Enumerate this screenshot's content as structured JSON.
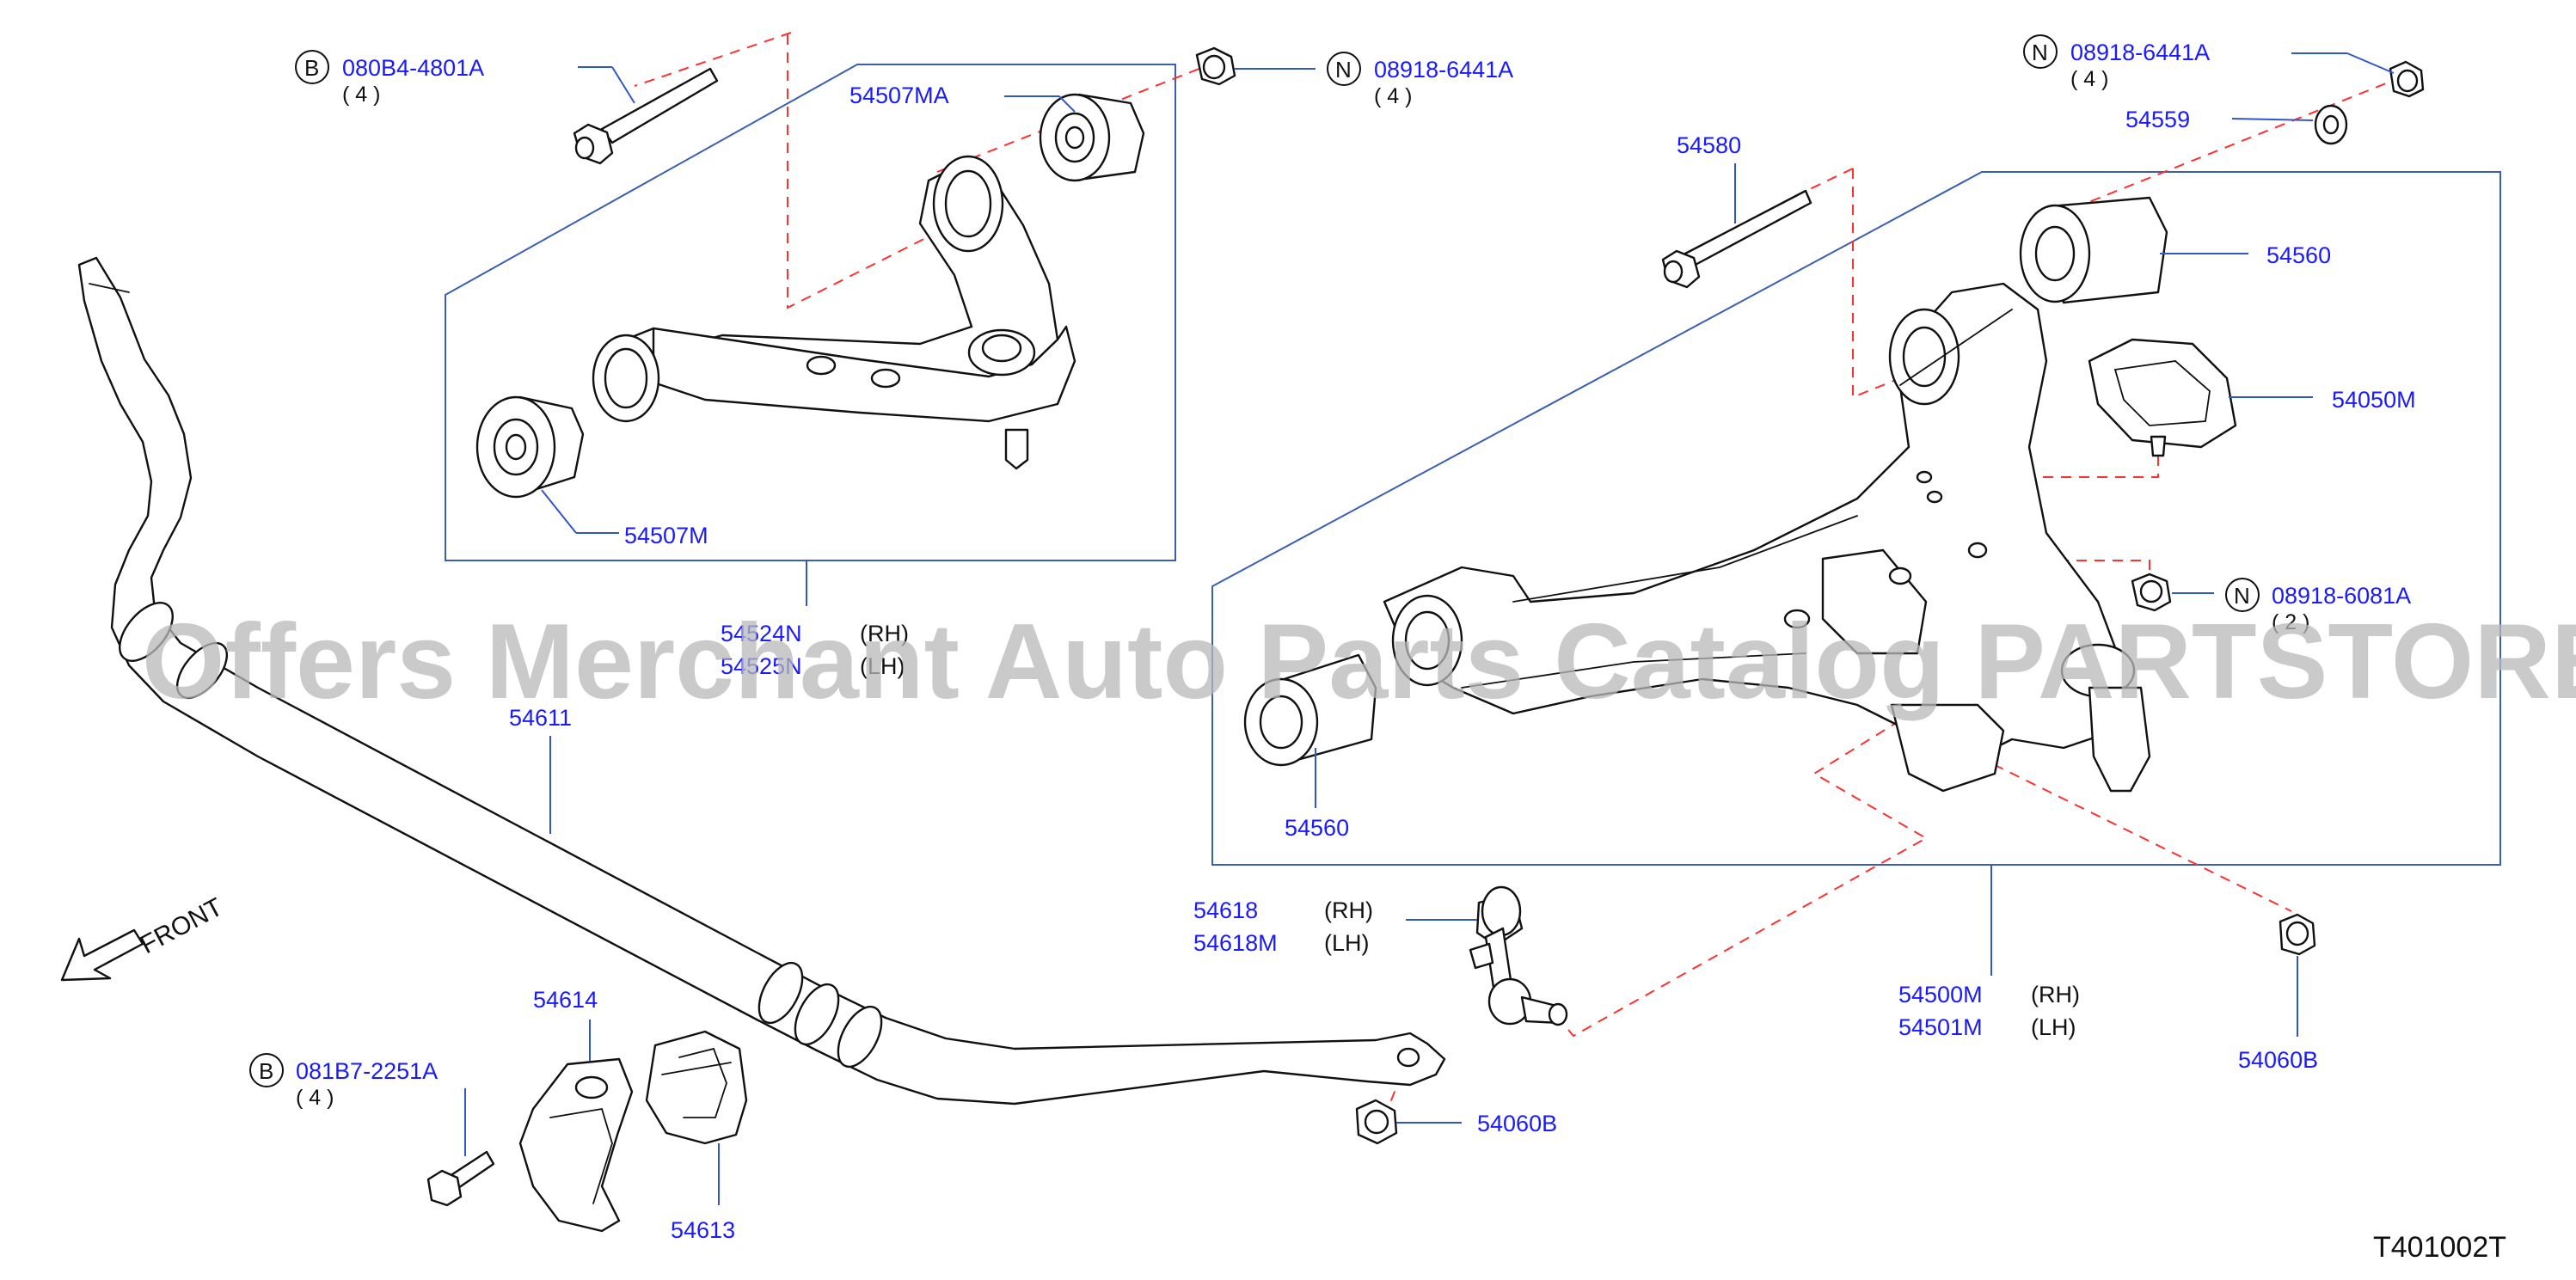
{
  "watermark": "Offers Merchant Auto Parts Catalog PARTSTORE.SA",
  "diagram_code": "T401002T",
  "front_label": "FRONT",
  "callouts": {
    "b_080b4": {
      "letter": "B",
      "part": "080B4-4801A",
      "qty": "( 4 )"
    },
    "n_08918_top": {
      "letter": "N",
      "part": "08918-6441A",
      "qty": "( 4 )"
    },
    "n_08918_right": {
      "letter": "N",
      "part": "08918-6441A",
      "qty": "( 4 )"
    },
    "n_08918_6081": {
      "letter": "N",
      "part": "08918-6081A",
      "qty": "( 2 )"
    },
    "b_081b7": {
      "letter": "B",
      "part": "081B7-2251A",
      "qty": "( 4 )"
    }
  },
  "labels": {
    "p54507ma": "54507MA",
    "p54507m": "54507M",
    "p54524n": "54524N",
    "p54525n": "54525N",
    "rh": "(RH)",
    "lh": "(LH)",
    "p54611": "54611",
    "p54580": "54580",
    "p54559": "54559",
    "p54560_top": "54560",
    "p54050m": "54050M",
    "p54560_left": "54560",
    "p54618": "54618",
    "p54618m": "54618M",
    "p54500m": "54500M",
    "p54501m": "54501M",
    "p54060b_right": "54060B",
    "p54060b_mid": "54060B",
    "p54614": "54614",
    "p54613": "54613"
  }
}
